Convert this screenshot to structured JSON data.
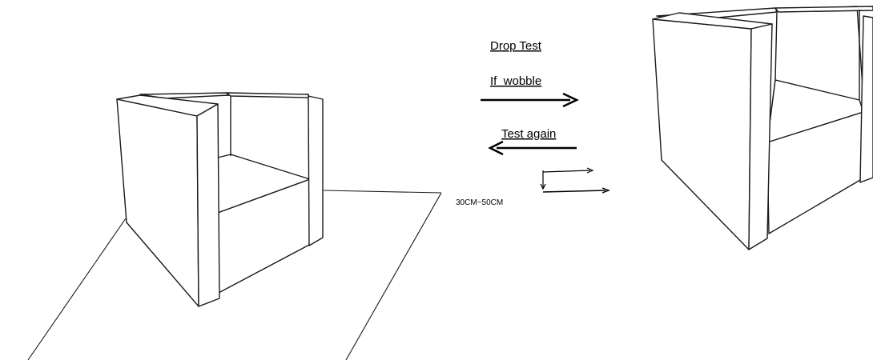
{
  "labels": {
    "drop_test": "Drop Test",
    "if_wobble": "If  wobble",
    "test_again": "Test again",
    "height_range": "30CM~50CM"
  },
  "colors": {
    "line": "#1a1a1a",
    "background": "#ffffff"
  }
}
